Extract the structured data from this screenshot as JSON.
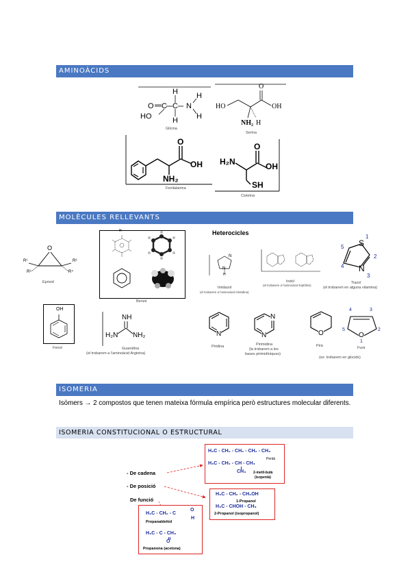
{
  "sections": {
    "aminoacids": "AMINOÀCIDS",
    "molecules": "MOLÈCULES RELLEVANTS",
    "isomeria": "ISOMERIA",
    "isomeria_const": "ISOMERIA CONSTITUCIONAL O ESTRUCTURAL"
  },
  "aminoacids": {
    "glicina": {
      "caption": "Glicina",
      "labels": {
        "H_top": "H",
        "H_bot": "H",
        "H_n1": "H",
        "H_n2": "H",
        "O": "O",
        "C1": "C",
        "C2": "C",
        "N": "N",
        "HO": "HO"
      }
    },
    "serina": {
      "caption": "Serina",
      "labels": {
        "HO_left": "HO",
        "OH_right": "OH",
        "O": "O",
        "NH2": "NH₂",
        "H": "H"
      }
    },
    "fenilalanina": {
      "caption": "Fenilalanina",
      "labels": {
        "O": "O",
        "OH": "OH",
        "NH2": "NH₂"
      }
    },
    "cisteina": {
      "caption": "Cisteïna",
      "labels": {
        "O": "O",
        "OH": "OH",
        "H2N": "H₂N",
        "SH": "SH"
      }
    }
  },
  "molecules": {
    "epoxid": {
      "caption": "Epòxid",
      "labels": {
        "O": "O",
        "R1": "R¹",
        "R2": "R²",
        "R3": "R³",
        "R4": "R⁴"
      }
    },
    "benze": {
      "caption": "Benzè",
      "labels": {
        "H": "H"
      }
    },
    "heterocicles": {
      "title": "Heterocicles"
    },
    "imidazol": {
      "caption1": "Imidazol",
      "caption2": "(el trobarem a l'aminoàcid Histidina)",
      "labels": {
        "N1": "N",
        "N3": "N",
        "H": "H"
      }
    },
    "indol": {
      "caption": "Indol",
      "caption2": "(el trobarem a l'aminoàcid triptòfan)"
    },
    "tiazol": {
      "caption": "Tiazol",
      "caption2": "(el trobarem en alguna vitamina)",
      "labels": {
        "S": "S",
        "N": "N",
        "n1": "1",
        "n2": "2",
        "n3": "3",
        "n4": "4",
        "n5": "5"
      }
    },
    "fenol": {
      "caption": "Fenol",
      "labels": {
        "OH": "OH"
      }
    },
    "guanidina": {
      "caption": "Guanidina",
      "caption2": "(el trobarem a l'aminoàcid Arginina)",
      "labels": {
        "NH": "NH",
        "H2N": "H₂N",
        "NH2": "NH₂"
      }
    },
    "piridina": {
      "caption": "Piridina",
      "labels": {
        "N": "N"
      }
    },
    "pirimidina": {
      "caption": "Pirimidina",
      "caption2": "(la trobarem a les",
      "caption3": "bases pirimidíniques)",
      "labels": {
        "N1": "N",
        "N2": "N"
      }
    },
    "pira": {
      "caption": "Pirà",
      "labels": {
        "O": "O"
      }
    },
    "fura": {
      "caption": "Furà",
      "caption2": "(ex: trobarem en glúcids)",
      "labels": {
        "O": "O",
        "n1": "1",
        "n2": "2",
        "n3": "3",
        "n4": "4",
        "n5": "5"
      }
    }
  },
  "isomeria": {
    "paragraph": "Isòmers → 2 compostos que tenen mateixa fórmula empírica però estructures molecular diferents.",
    "labels": {
      "cadena": "- De cadena",
      "posicio": "- De posició",
      "funcio": "De funció"
    },
    "cadena_box": {
      "f1": "H₃C - CH₂ - CH₂ - CH₂ - CH₃",
      "n1": "Pentà",
      "f2": "H₃C - CH₂ - CH - CH₃",
      "f3": "CH₃",
      "n2": "2-metil-butà",
      "n3": "(isopentà)"
    },
    "posicio_box": {
      "f1": "H₃C - CH₂ - CH₂OH",
      "n1": "1-Propanol",
      "f2": "H₃C - CHOH - CH₃",
      "n2": "2-Propanol (isopropanol)"
    },
    "funcio_box": {
      "f1": "H₃C - CH₂ - C",
      "o1": "O",
      "h1": "H",
      "n1": "Propanaldehid",
      "f2": "H₃C - C - CH₃",
      "o2": "O",
      "n2": "Propanona (acetona)"
    }
  },
  "colors": {
    "section_bar": "#4a78c2",
    "sub_bar": "#d7e1f0",
    "formula_blue": "#1c2c9a",
    "box_red": "#d22222"
  }
}
